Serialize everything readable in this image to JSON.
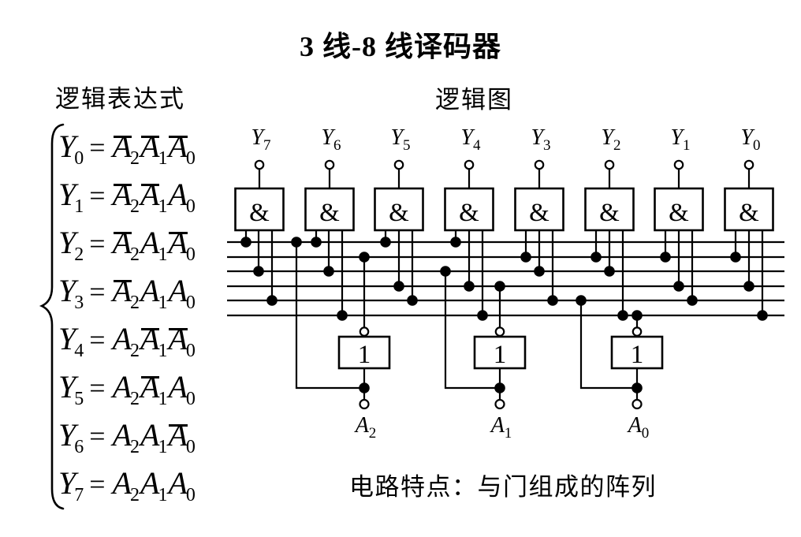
{
  "colors": {
    "foreground": "#000000",
    "background": "#ffffff"
  },
  "title": "3 线-8 线译码器",
  "sections": {
    "expressions_heading": "逻辑表达式",
    "diagram_heading": "逻辑图"
  },
  "caption": "电路特点：与门组成的阵列",
  "equations": [
    {
      "lhs_base": "Y",
      "lhs_sub": "0",
      "eq": "=",
      "terms": [
        {
          "base": "A",
          "sub": "2",
          "bar": true
        },
        {
          "base": "A",
          "sub": "1",
          "bar": true
        },
        {
          "base": "A",
          "sub": "0",
          "bar": true
        }
      ]
    },
    {
      "lhs_base": "Y",
      "lhs_sub": "1",
      "eq": "=",
      "terms": [
        {
          "base": "A",
          "sub": "2",
          "bar": true
        },
        {
          "base": "A",
          "sub": "1",
          "bar": true
        },
        {
          "base": "A",
          "sub": "0",
          "bar": false
        }
      ]
    },
    {
      "lhs_base": "Y",
      "lhs_sub": "2",
      "eq": "=",
      "terms": [
        {
          "base": "A",
          "sub": "2",
          "bar": true
        },
        {
          "base": "A",
          "sub": "1",
          "bar": false
        },
        {
          "base": "A",
          "sub": "0",
          "bar": true
        }
      ]
    },
    {
      "lhs_base": "Y",
      "lhs_sub": "3",
      "eq": "=",
      "terms": [
        {
          "base": "A",
          "sub": "2",
          "bar": true
        },
        {
          "base": "A",
          "sub": "1",
          "bar": false
        },
        {
          "base": "A",
          "sub": "0",
          "bar": false
        }
      ]
    },
    {
      "lhs_base": "Y",
      "lhs_sub": "4",
      "eq": "=",
      "terms": [
        {
          "base": "A",
          "sub": "2",
          "bar": false
        },
        {
          "base": "A",
          "sub": "1",
          "bar": true
        },
        {
          "base": "A",
          "sub": "0",
          "bar": true
        }
      ]
    },
    {
      "lhs_base": "Y",
      "lhs_sub": "5",
      "eq": "=",
      "terms": [
        {
          "base": "A",
          "sub": "2",
          "bar": false
        },
        {
          "base": "A",
          "sub": "1",
          "bar": true
        },
        {
          "base": "A",
          "sub": "0",
          "bar": false
        }
      ]
    },
    {
      "lhs_base": "Y",
      "lhs_sub": "6",
      "eq": "=",
      "terms": [
        {
          "base": "A",
          "sub": "2",
          "bar": false
        },
        {
          "base": "A",
          "sub": "1",
          "bar": false
        },
        {
          "base": "A",
          "sub": "0",
          "bar": true
        }
      ]
    },
    {
      "lhs_base": "Y",
      "lhs_sub": "7",
      "eq": "=",
      "terms": [
        {
          "base": "A",
          "sub": "2",
          "bar": false
        },
        {
          "base": "A",
          "sub": "1",
          "bar": false
        },
        {
          "base": "A",
          "sub": "0",
          "bar": false
        }
      ]
    }
  ],
  "diagram": {
    "gate_symbol": "&",
    "inverter_symbol": "1",
    "bus_lines_top_to_bottom": [
      "A2",
      "~A2",
      "A1",
      "~A1",
      "A0",
      "~A0"
    ],
    "gates": [
      {
        "label_base": "Y",
        "label_sub": "7",
        "taps": [
          "A2",
          "A1",
          "A0"
        ]
      },
      {
        "label_base": "Y",
        "label_sub": "6",
        "taps": [
          "A2",
          "A1",
          "~A0"
        ]
      },
      {
        "label_base": "Y",
        "label_sub": "5",
        "taps": [
          "A2",
          "~A1",
          "A0"
        ]
      },
      {
        "label_base": "Y",
        "label_sub": "4",
        "taps": [
          "A2",
          "~A1",
          "~A0"
        ]
      },
      {
        "label_base": "Y",
        "label_sub": "3",
        "taps": [
          "~A2",
          "A1",
          "A0"
        ]
      },
      {
        "label_base": "Y",
        "label_sub": "2",
        "taps": [
          "~A2",
          "A1",
          "~A0"
        ]
      },
      {
        "label_base": "Y",
        "label_sub": "1",
        "taps": [
          "~A2",
          "~A1",
          "A0"
        ]
      },
      {
        "label_base": "Y",
        "label_sub": "0",
        "taps": [
          "~A2",
          "~A1",
          "~A0"
        ]
      }
    ],
    "inputs": [
      {
        "base": "A",
        "sub": "2"
      },
      {
        "base": "A",
        "sub": "1"
      },
      {
        "base": "A",
        "sub": "0"
      }
    ]
  }
}
